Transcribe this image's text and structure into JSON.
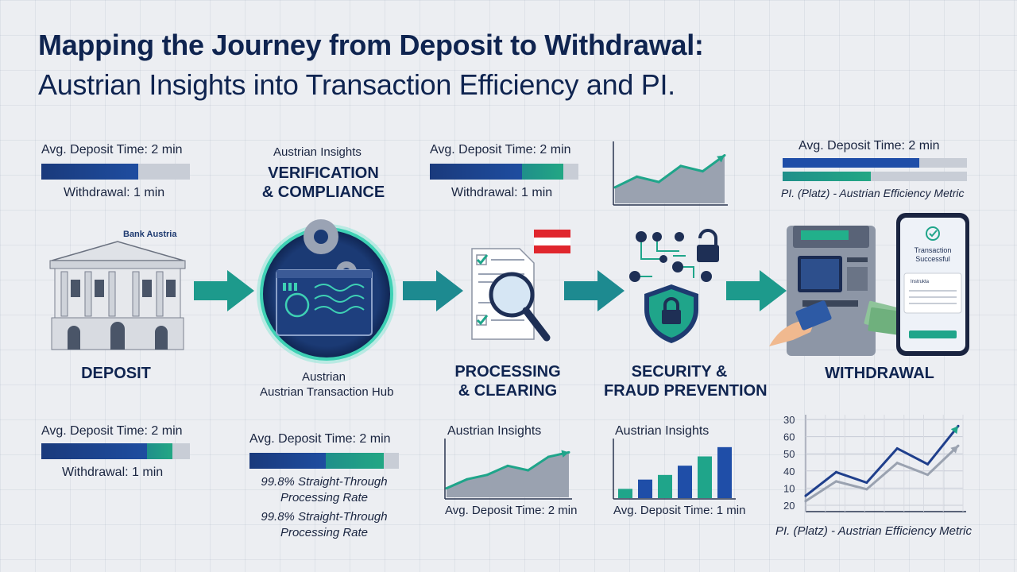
{
  "title": {
    "line1": "Mapping the Journey from Deposit to Withdrawal:",
    "line2": "Austrian Insights into Transaction Efficiency and PI."
  },
  "top_metrics": {
    "deposit": {
      "deposit_label": "Avg. Deposit Time: 2 min",
      "deposit_fill": 0.65,
      "withdrawal_label": "Withdrawal: 1 min"
    },
    "processing": {
      "deposit_label": "Avg. Deposit Time: 2 min",
      "navy_fill": 0.62,
      "teal_fill": 0.28,
      "withdrawal_label": "Withdrawal: 1 min"
    },
    "withdrawal": {
      "deposit_label": "Avg. Deposit Time: 2 min",
      "blue_fill": 0.74,
      "teal_fill": 0.48,
      "caption": "PI. (Platz) - Austrian Efficiency Metric"
    }
  },
  "verification": {
    "kicker": "Austrian Insights",
    "heading_line1": "VERIFICATION",
    "heading_line2": "& COMPLIANCE",
    "sub1": "Austrian",
    "sub2": "Austrian Transaction Hub"
  },
  "stages": {
    "deposit": "DEPOSIT",
    "processing_line1": "PROCESSING",
    "processing_line2": "& CLEARING",
    "security_line1": "SECURITY &",
    "security_line2": "FRAUD PREVENTION",
    "withdrawal": "WITHDRAWAL"
  },
  "bank_sign": "Bank Austria",
  "phone": {
    "status_line1": "Transaction",
    "status_line2": "Successful",
    "field_label": "Instrukta"
  },
  "bottom_metrics": {
    "deposit": {
      "deposit_label": "Avg. Deposit Time: 2 min",
      "navy_fill": 0.71,
      "teal_fill": 0.17,
      "withdrawal_label": "Withdrawal: 1 min"
    },
    "verification": {
      "deposit_label": "Avg. Deposit Time: 2 min",
      "navy_fill": 0.51,
      "teal_fill": 0.39,
      "rate1_line1": "99.8% Straight-Through",
      "rate1_line2": "Processing Rate",
      "rate2_line1": "99.8% Straight-Through",
      "rate2_line2": "Processing Rate"
    }
  },
  "colors": {
    "navy": "#0f2450",
    "teal": "#1fa58a",
    "blue": "#1f4ea8",
    "gray": "#c8cdd6"
  },
  "chart_data": [
    {
      "type": "area",
      "title": "Austrian Insights",
      "xlabel": "Avg. Deposit Time: 2 min",
      "values": [
        2,
        4,
        5,
        7,
        6,
        9,
        10
      ],
      "ylim": [
        0,
        12
      ]
    },
    {
      "type": "bar",
      "title": "Austrian Insights",
      "xlabel": "Avg. Deposit Time: 1 min",
      "values": [
        2,
        4,
        5,
        7,
        9,
        11
      ],
      "ylim": [
        0,
        12
      ]
    },
    {
      "type": "area",
      "title": "",
      "values": [
        3,
        5,
        4,
        7,
        6,
        9
      ],
      "ylim": [
        0,
        11
      ]
    },
    {
      "type": "line",
      "title": "",
      "xlabel": "PI. (Platz) - Austrian Efficiency Metric",
      "yticks": [
        "30",
        "60",
        "50",
        "40",
        "10",
        "20"
      ],
      "ylim": [
        10,
        80
      ],
      "series": [
        {
          "values": [
            22,
            40,
            32,
            58,
            46,
            75
          ]
        },
        {
          "values": [
            18,
            33,
            27,
            47,
            38,
            60
          ]
        }
      ]
    }
  ]
}
